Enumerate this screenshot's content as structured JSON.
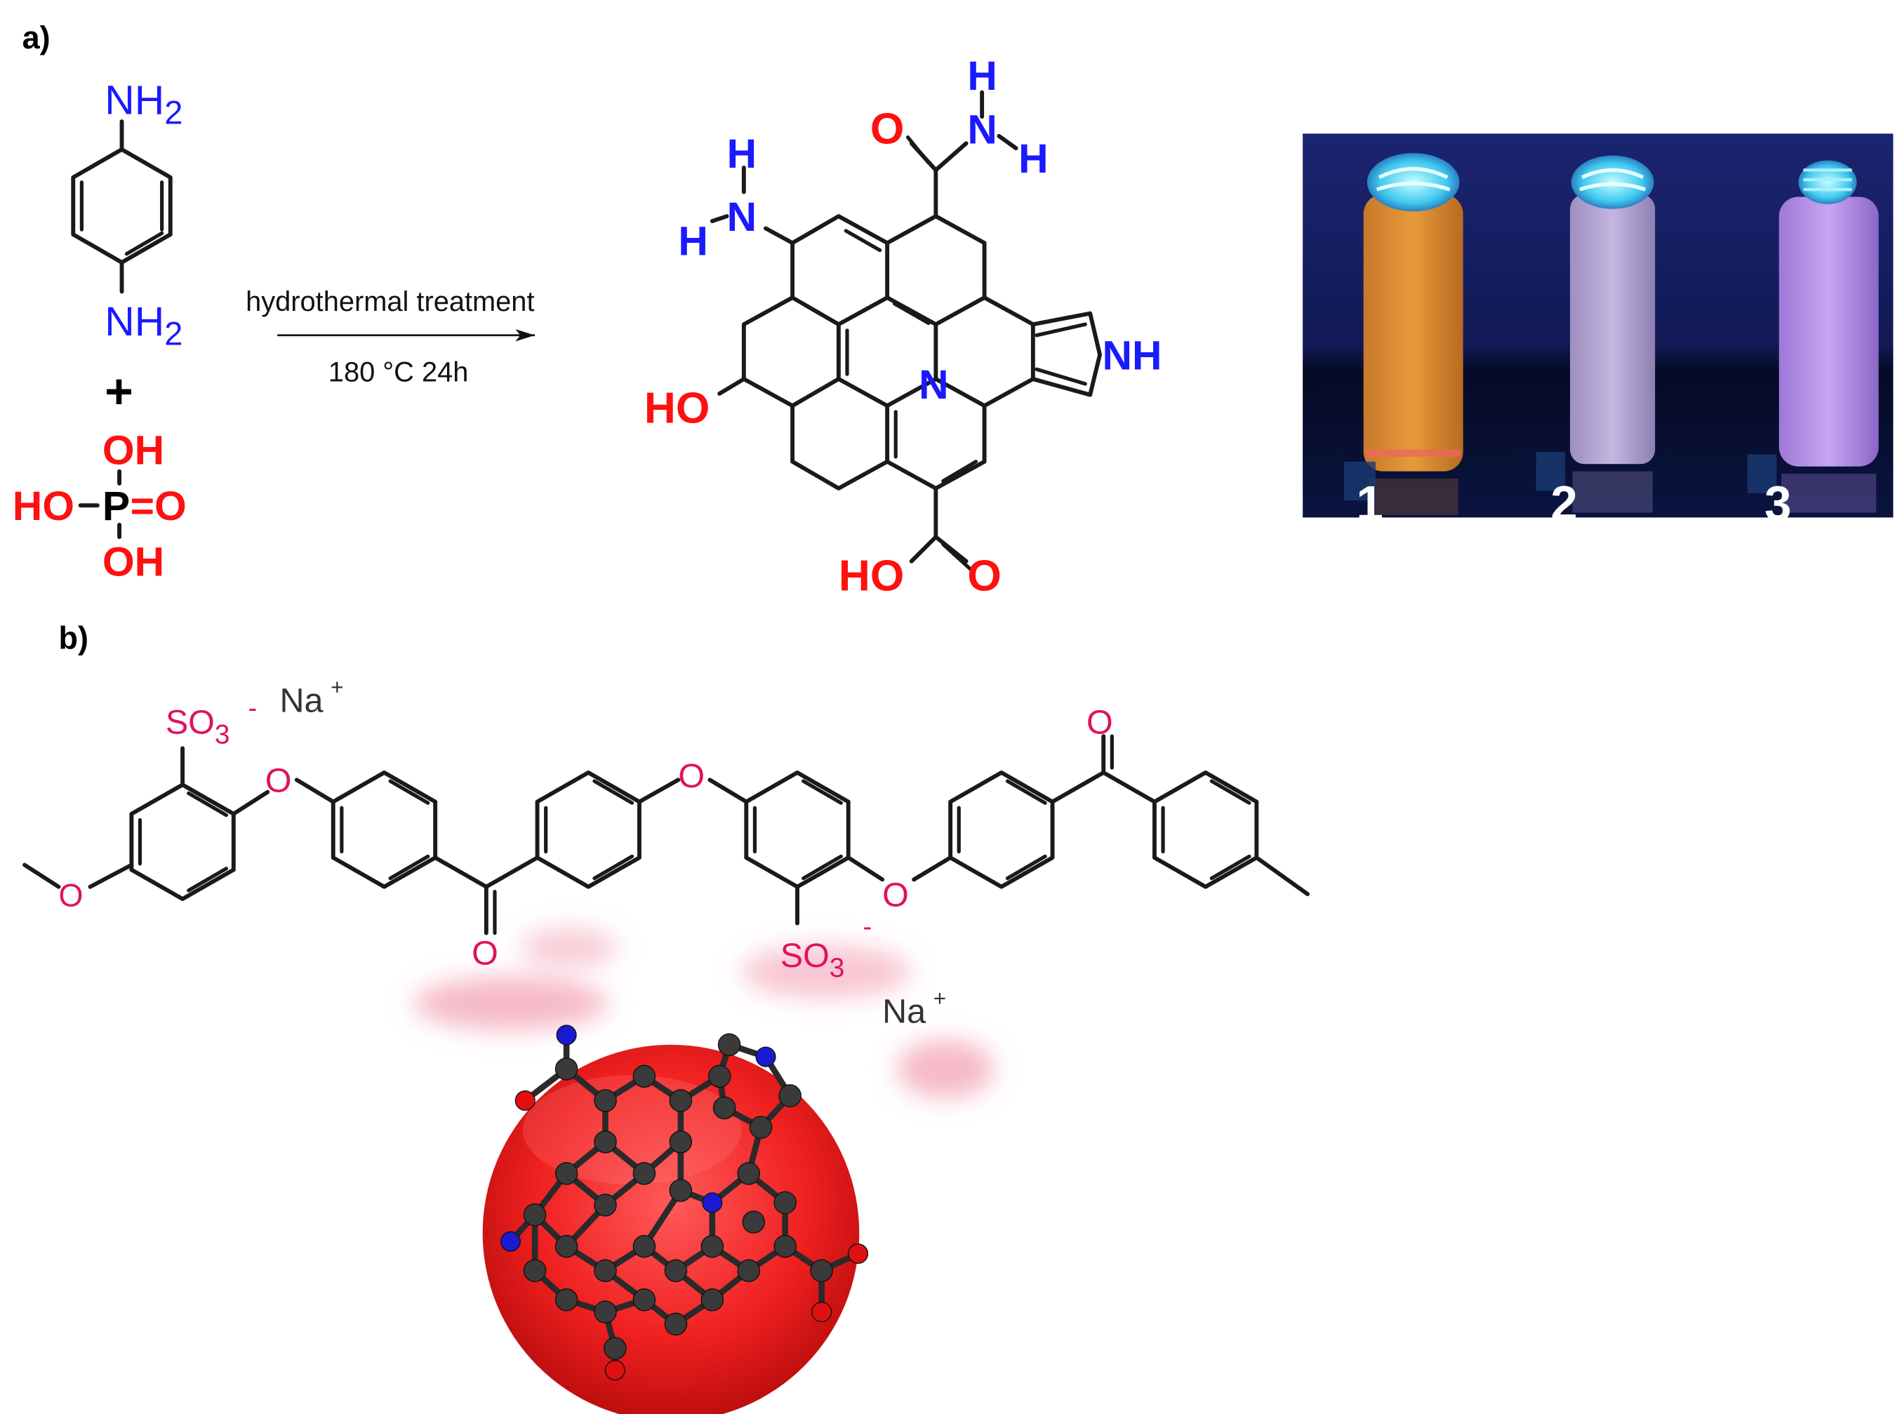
{
  "panel_a": {
    "label": "a)",
    "reactant1": {
      "top_group": "NH2",
      "bottom_group": "NH2"
    },
    "plus": "+",
    "reactant2": {
      "oh_top": "OH",
      "ho_left": "HO",
      "p": "P",
      "eq_o": "=O",
      "oh_bottom": "OH"
    },
    "arrow": {
      "above": "hydrothermal treatment",
      "below": "180 °C 24h"
    },
    "product": {
      "amine": {
        "h": "H",
        "hn": "H",
        "n": "N"
      },
      "amide": {
        "o": "O",
        "n": "N",
        "h_top": "H",
        "h_right": "H"
      },
      "hydroxyl": "HO",
      "pyrrole_nh": "NH",
      "center_n": "N",
      "carboxyl": {
        "ho": "HO",
        "o": "O"
      }
    },
    "photo": {
      "vial_labels": [
        "1",
        "2",
        "3"
      ]
    }
  },
  "panel_b": {
    "label": "b)",
    "so3_top": "SO3",
    "charge_top": "-",
    "na_top": "Na",
    "na_top_charge": "+",
    "o_left_methoxy": "O",
    "o_ether1": "O",
    "o_ketone1": "O",
    "o_ether2": "O",
    "o_ether3": "O",
    "so3_bottom": "SO3",
    "charge_bottom": "-",
    "na_bottom": "Na",
    "na_bottom_charge": "+",
    "o_ketone2": "O"
  },
  "colors": {
    "nitrogen": "#1a1aff",
    "oxygen": "#ff1010",
    "sulfonate": "#e0115f",
    "bond": "#1a1a1a",
    "dot_sphere": "#ff2a2a"
  }
}
